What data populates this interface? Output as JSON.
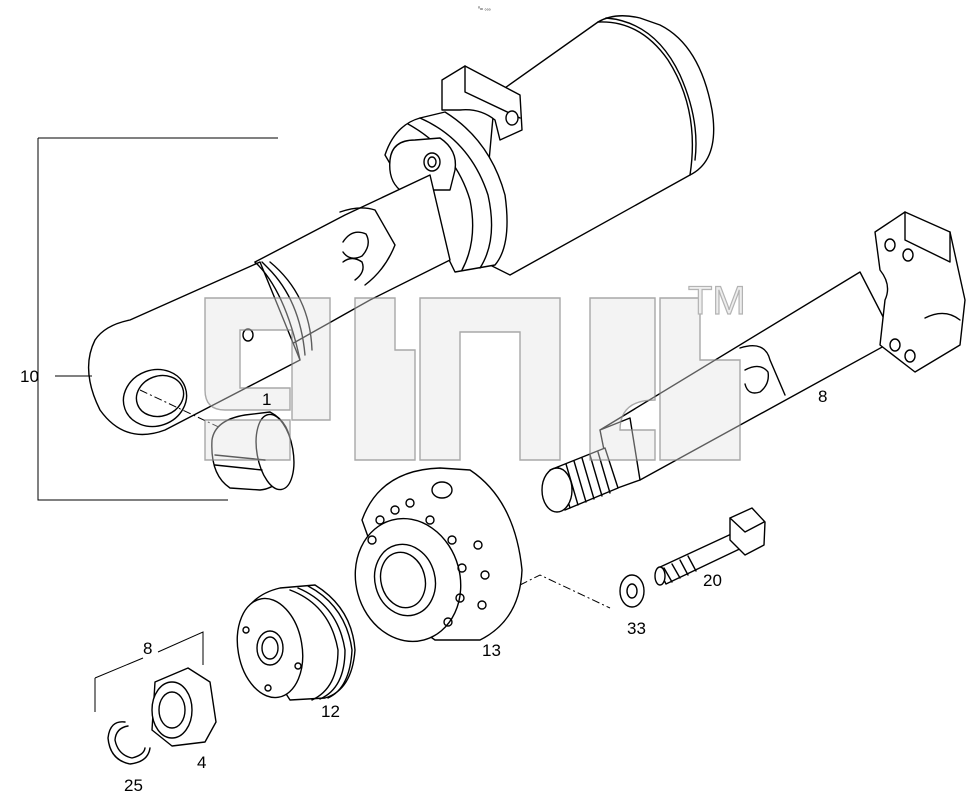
{
  "diagram": {
    "top_mark": "⁰ₘ ₀₀₀",
    "watermark": {
      "trademark": "TM"
    },
    "callouts": [
      {
        "id": "10",
        "text": "10"
      },
      {
        "id": "1",
        "text": "1"
      },
      {
        "id": "8a",
        "text": "8"
      },
      {
        "id": "13",
        "text": "13"
      },
      {
        "id": "20",
        "text": "20"
      },
      {
        "id": "33",
        "text": "33"
      },
      {
        "id": "8b",
        "text": "8"
      },
      {
        "id": "12",
        "text": "12"
      },
      {
        "id": "25",
        "text": "25"
      },
      {
        "id": "4",
        "text": "4"
      }
    ]
  }
}
